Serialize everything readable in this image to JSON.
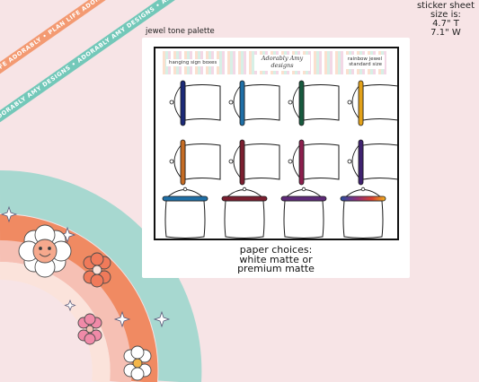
{
  "ribbons": [
    {
      "text": "PLAN LIFE ADORABLY • PLAN LIFE ADORABLY • PLAN LIFE ADORABLY • PLAN LIFE ADORABLY",
      "color": "#f39a72"
    },
    {
      "text": "ADORABLY AMY DESIGNS • ADORABLY AMY DESIGNS • ADORABLY AMY DESIGNS • ADORABLY AMY DESIGNS",
      "color": "#73c8b9"
    }
  ],
  "corner_info": {
    "line1": "sticker sheet",
    "line2": "size is:",
    "line3": "4.7\" T",
    "line4": "7.1\" W"
  },
  "palette_label": "jewel tone palette",
  "sheet": {
    "left_label": "hanging sign boxes",
    "logo_line1": "Adorably Amy",
    "logo_line2": "designs",
    "right_label_line1": "rainbow jewel",
    "right_label_line2": "standard size"
  },
  "paper_choices": {
    "line1": "paper choices:",
    "line2": "white matte or",
    "line3": "premium matte"
  },
  "colors": {
    "row1": [
      "#1c2a78",
      "#1f6fa6",
      "#175a3e",
      "#e3a21a"
    ],
    "row2": [
      "#c56c24",
      "#7b1f30",
      "#8c1f4d",
      "#3f2270"
    ],
    "row3": [
      "#1f6fa6",
      "#7b1f30",
      "#5e2a78",
      "#rainbow"
    ],
    "rainbow_stops": [
      "#2a4fa0",
      "#8a2f7a",
      "#d8402e",
      "#f0b020"
    ],
    "rainbow_arcs": [
      "#a7d8d0",
      "#f08a62",
      "#f6c0b4",
      "#fbe3db"
    ],
    "background": "#f7e4e6"
  }
}
